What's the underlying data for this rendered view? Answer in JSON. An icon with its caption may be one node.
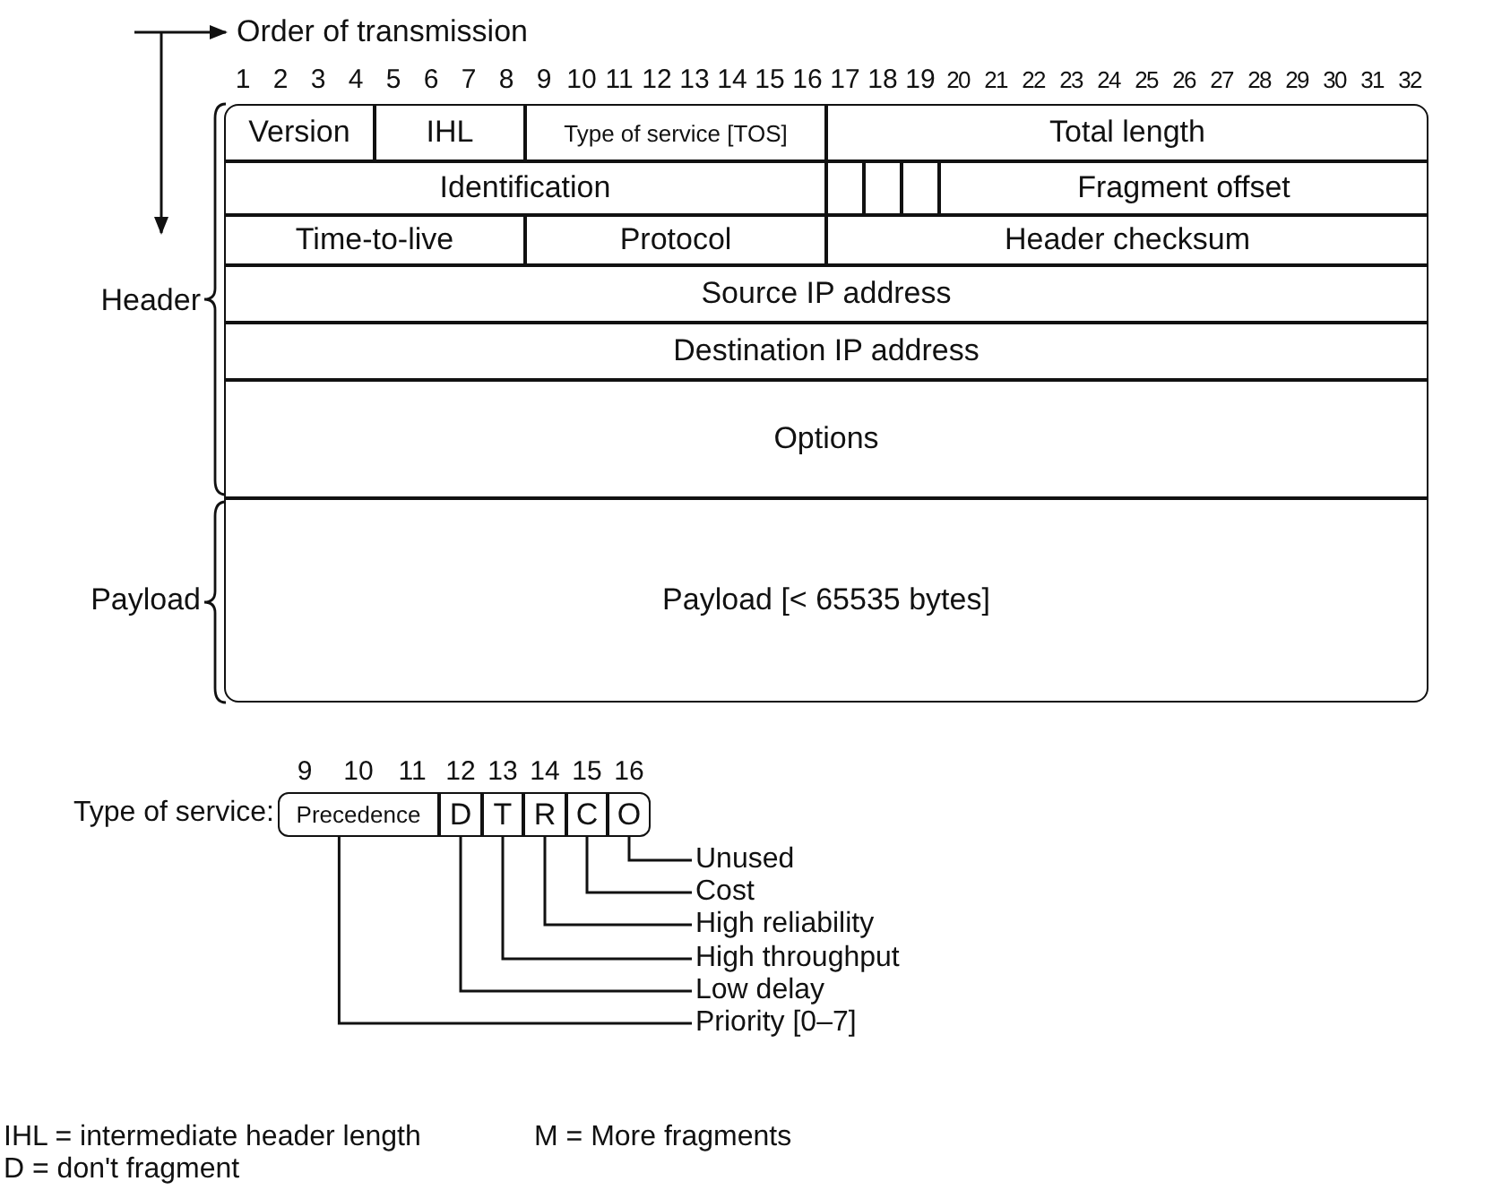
{
  "diagram": {
    "nodes": [
      {
        "text": [
          "Version"
        ]
      },
      {
        "text": [
          "IHL"
        ]
      },
      {
        "text": [
          "Type of service [TOS]"
        ]
      },
      {
        "text": [
          "Total length"
        ]
      },
      {
        "text": [
          "Identification"
        ]
      },
      {
        "text": [],
        "shape": "box"
      },
      {
        "text": [],
        "shape": "box"
      },
      {
        "text": [],
        "shape": "box"
      },
      {
        "text": [
          "Fragment offset"
        ]
      },
      {
        "text": [
          "Time-to-live"
        ]
      },
      {
        "text": [
          "Protocol"
        ]
      },
      {
        "text": [
          "Header checksum"
        ]
      },
      {
        "text": [
          "Source IP address"
        ]
      },
      {
        "text": [
          "Destination IP address"
        ]
      },
      {
        "text": [
          "Options"
        ]
      },
      {
        "text": [
          "Payload [< 65535 bytes]"
        ]
      },
      {
        "text": [
          "Precedence"
        ]
      },
      {
        "text": [
          "D"
        ]
      },
      {
        "text": [
          "T"
        ]
      },
      {
        "text": [
          "R"
        ]
      },
      {
        "text": [
          "C"
        ]
      },
      {
        "text": [
          "O"
        ]
      },
      {
        "text": [
          "Unused"
        ]
      },
      {
        "text": [
          "Cost"
        ]
      },
      {
        "text": [
          "High reliability"
        ]
      },
      {
        "text": [
          "High throughput"
        ]
      },
      {
        "text": [
          "Low delay"
        ]
      },
      {
        "text": [
          "Priority [0–7]"
        ]
      }
    ],
    "edges": [
      {
        "from": 21,
        "to": 22,
        "arrow": "none"
      },
      {
        "from": 20,
        "to": 23,
        "arrow": "none"
      },
      {
        "from": 19,
        "to": 24,
        "arrow": "none"
      },
      {
        "from": 18,
        "to": 25,
        "arrow": "none"
      },
      {
        "from": 17,
        "to": 26,
        "arrow": "none"
      },
      {
        "from": 16,
        "to": 27,
        "arrow": "none"
      }
    ],
    "labels": [
      "Order of transmission",
      "1",
      "2",
      "3",
      "4",
      "5",
      "6",
      "7",
      "8",
      "9",
      "10",
      "11",
      "12",
      "13",
      "14",
      "15",
      "16",
      "17",
      "18",
      "19",
      "20",
      "21",
      "22",
      "23",
      "24",
      "25",
      "26",
      "27",
      "28",
      "29",
      "30",
      "31",
      "32",
      "Header",
      "Payload",
      "9",
      "10",
      "11",
      "12",
      "13",
      "14",
      "15",
      "16",
      "Type of service:",
      "IHL = intermediate header length",
      "M = More fragments",
      "D = don't fragment"
    ]
  }
}
